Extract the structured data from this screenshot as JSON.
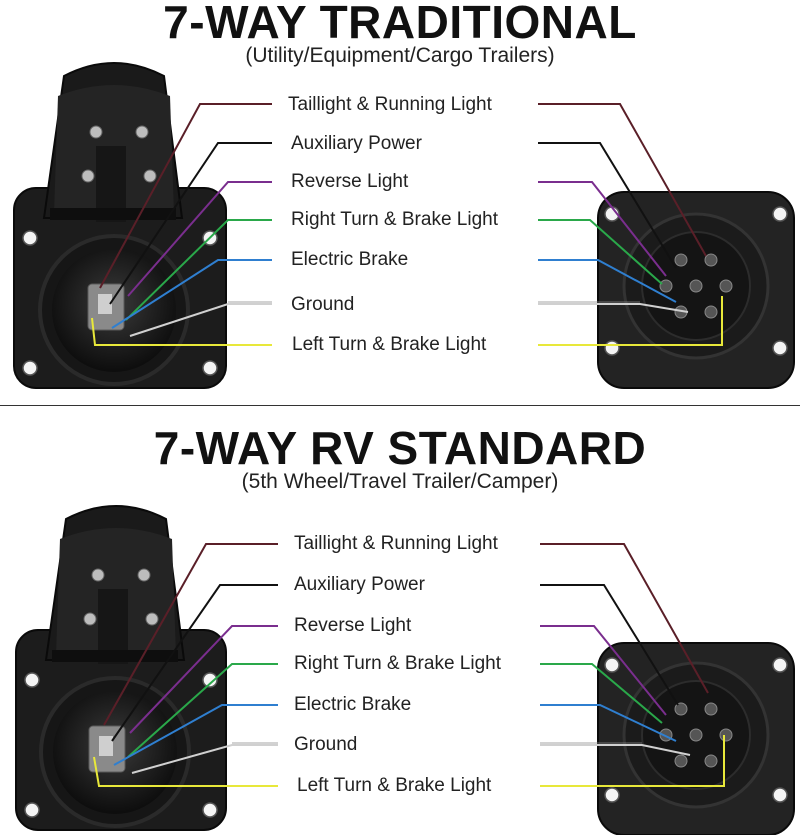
{
  "diagrams": [
    {
      "title": "7-WAY TRADITIONAL",
      "subtitle": "(Utility/Equipment/Cargo Trailers)",
      "labels": [
        "Taillight & Running Light",
        "Auxiliary Power",
        "Reverse Light",
        "Right Turn & Brake Light",
        "Electric Brake",
        "Ground",
        "Left Turn & Brake Light"
      ]
    },
    {
      "title": "7-WAY RV STANDARD",
      "subtitle": "(5th Wheel/Travel Trailer/Camper)",
      "labels": [
        "Taillight & Running Light",
        "Auxiliary Power",
        "Reverse Light",
        "Right Turn & Brake Light",
        "Electric Brake",
        "Ground",
        "Left Turn & Brake Light"
      ]
    }
  ],
  "wire_colors": [
    "#5a1f28",
    "#111111",
    "#7a2e8e",
    "#2aa84a",
    "#2f7fd0",
    "#d0d0d0",
    "#e8e83a"
  ]
}
